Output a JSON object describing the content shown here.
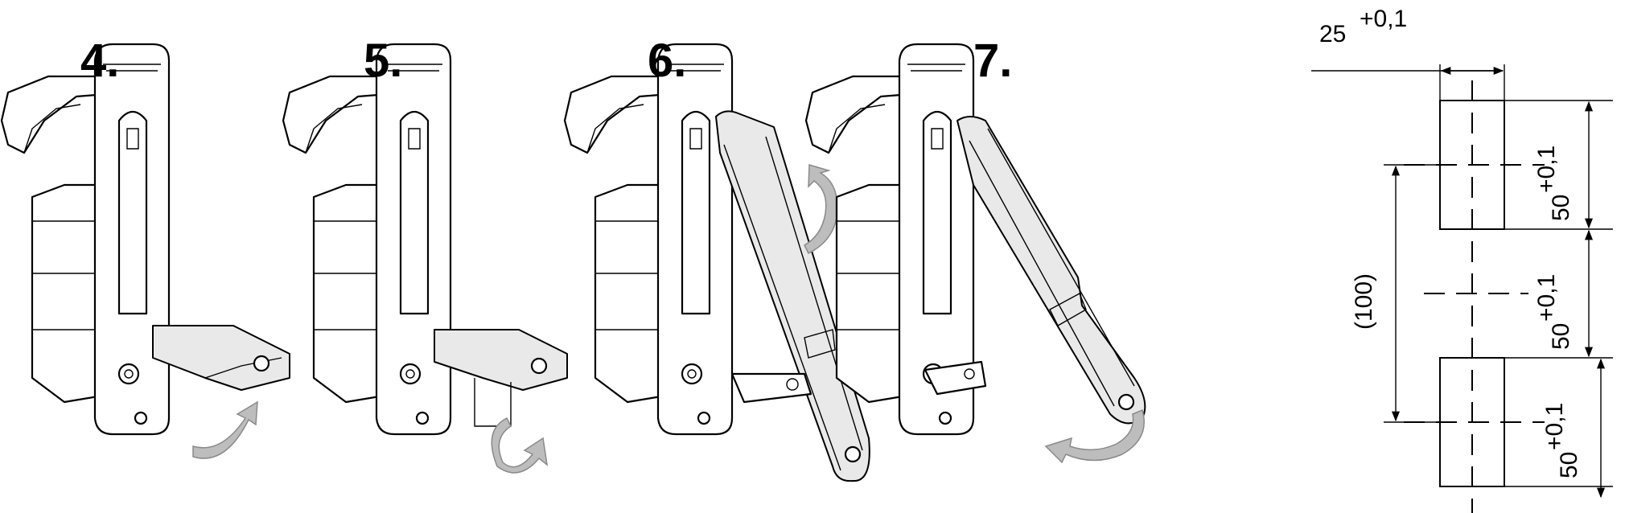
{
  "steps": [
    {
      "label": "4."
    },
    {
      "label": "5."
    },
    {
      "label": "6."
    },
    {
      "label": "7."
    }
  ],
  "dimensions": {
    "top_width": {
      "value": "25",
      "tolerance": "+0,1"
    },
    "upper_cutout_height": {
      "value": "50",
      "tolerance": "+0,1"
    },
    "gap_height": {
      "value": "50",
      "tolerance": "+0,1"
    },
    "lower_cutout_height": {
      "value": "50",
      "tolerance": "+0,1"
    },
    "center_distance": "(100)"
  },
  "colors": {
    "line": "#000000",
    "arrow": "#bdbdbd"
  }
}
